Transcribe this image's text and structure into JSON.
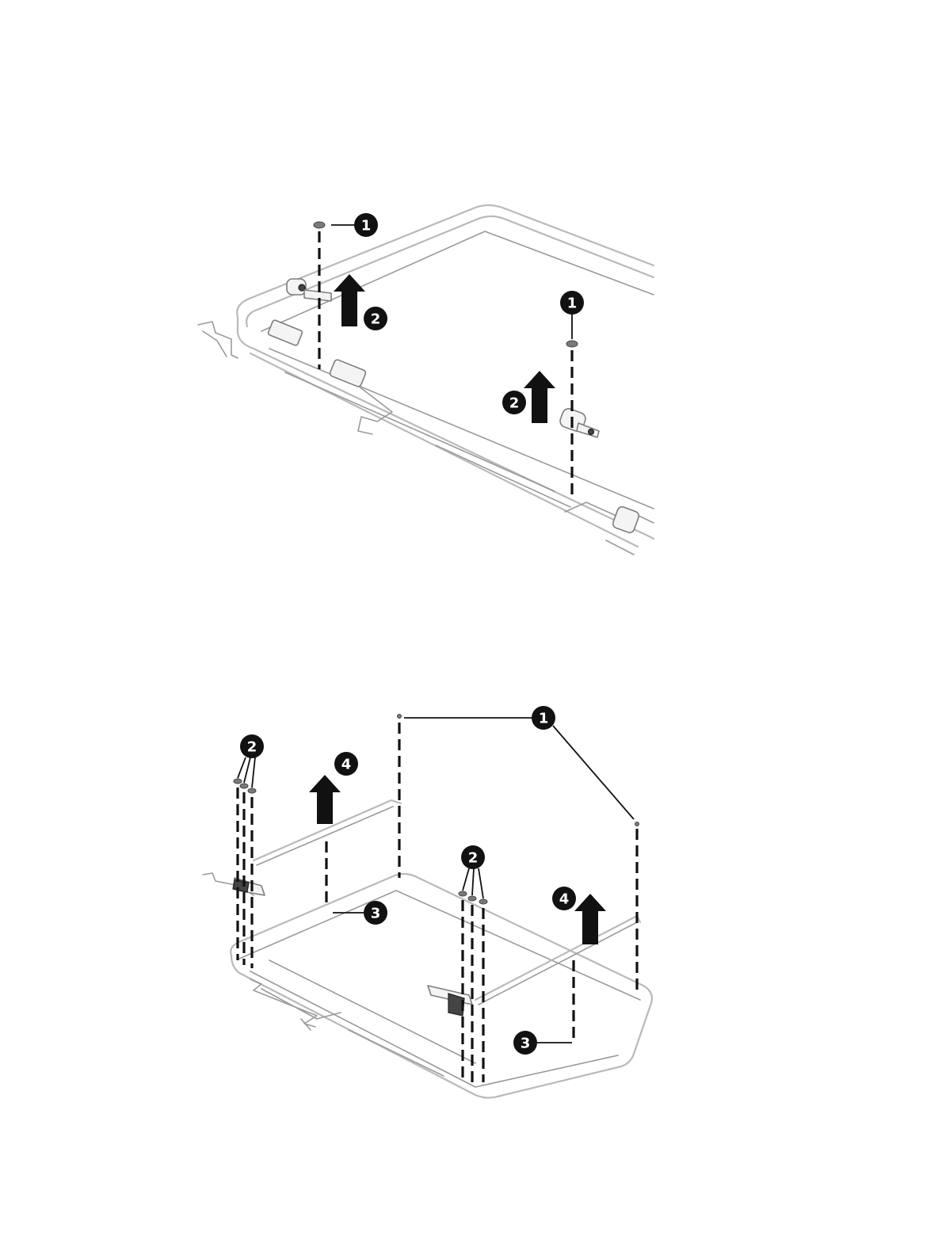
{
  "figures": [
    {
      "id": "hinge-removal",
      "callouts": [
        {
          "key": "a",
          "label": "1"
        },
        {
          "key": "b",
          "label": "2"
        },
        {
          "key": "c",
          "label": "1"
        },
        {
          "key": "d",
          "label": "2"
        }
      ]
    },
    {
      "id": "antenna-removal",
      "callouts": [
        {
          "key": "a",
          "label": "1"
        },
        {
          "key": "b",
          "label": "2"
        },
        {
          "key": "c",
          "label": "4"
        },
        {
          "key": "d",
          "label": "2"
        },
        {
          "key": "e",
          "label": "4"
        },
        {
          "key": "f",
          "label": "3"
        },
        {
          "key": "g",
          "label": "3"
        }
      ]
    }
  ],
  "colors": {
    "frame": "#b9b9b9",
    "ink": "#111111",
    "background": "#ffffff"
  }
}
